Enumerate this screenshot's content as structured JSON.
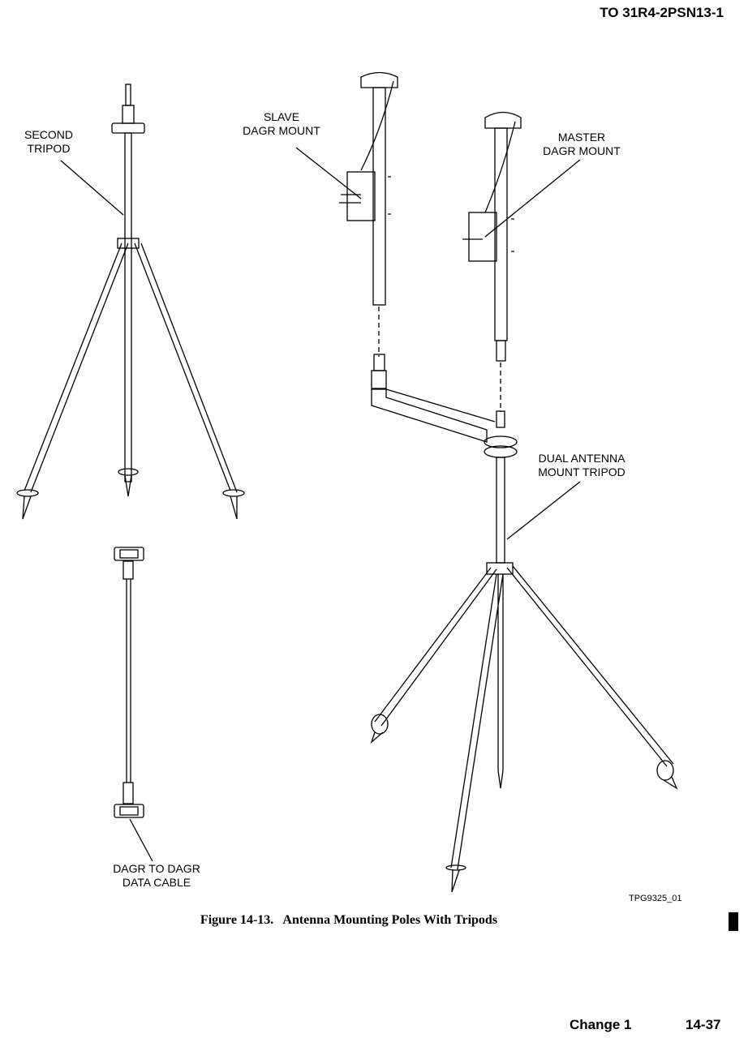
{
  "header": {
    "doc_number": "TO 31R4-2PSN13-1"
  },
  "figure": {
    "labels": {
      "second_tripod": [
        "SECOND",
        "TRIPOD"
      ],
      "slave_mount": [
        "SLAVE",
        "DAGR MOUNT"
      ],
      "master_mount": [
        "MASTER",
        "DAGR MOUNT"
      ],
      "dual_tripod": [
        "DUAL ANTENNA",
        "MOUNT TRIPOD"
      ],
      "data_cable": [
        "DAGR TO DAGR",
        "DATA CABLE"
      ]
    },
    "drawing_code": "TPG9325_01",
    "caption": "Figure 14-13.   Antenna Mounting Poles With Tripods"
  },
  "footer": {
    "change": "Change 1",
    "page": "14-37"
  }
}
